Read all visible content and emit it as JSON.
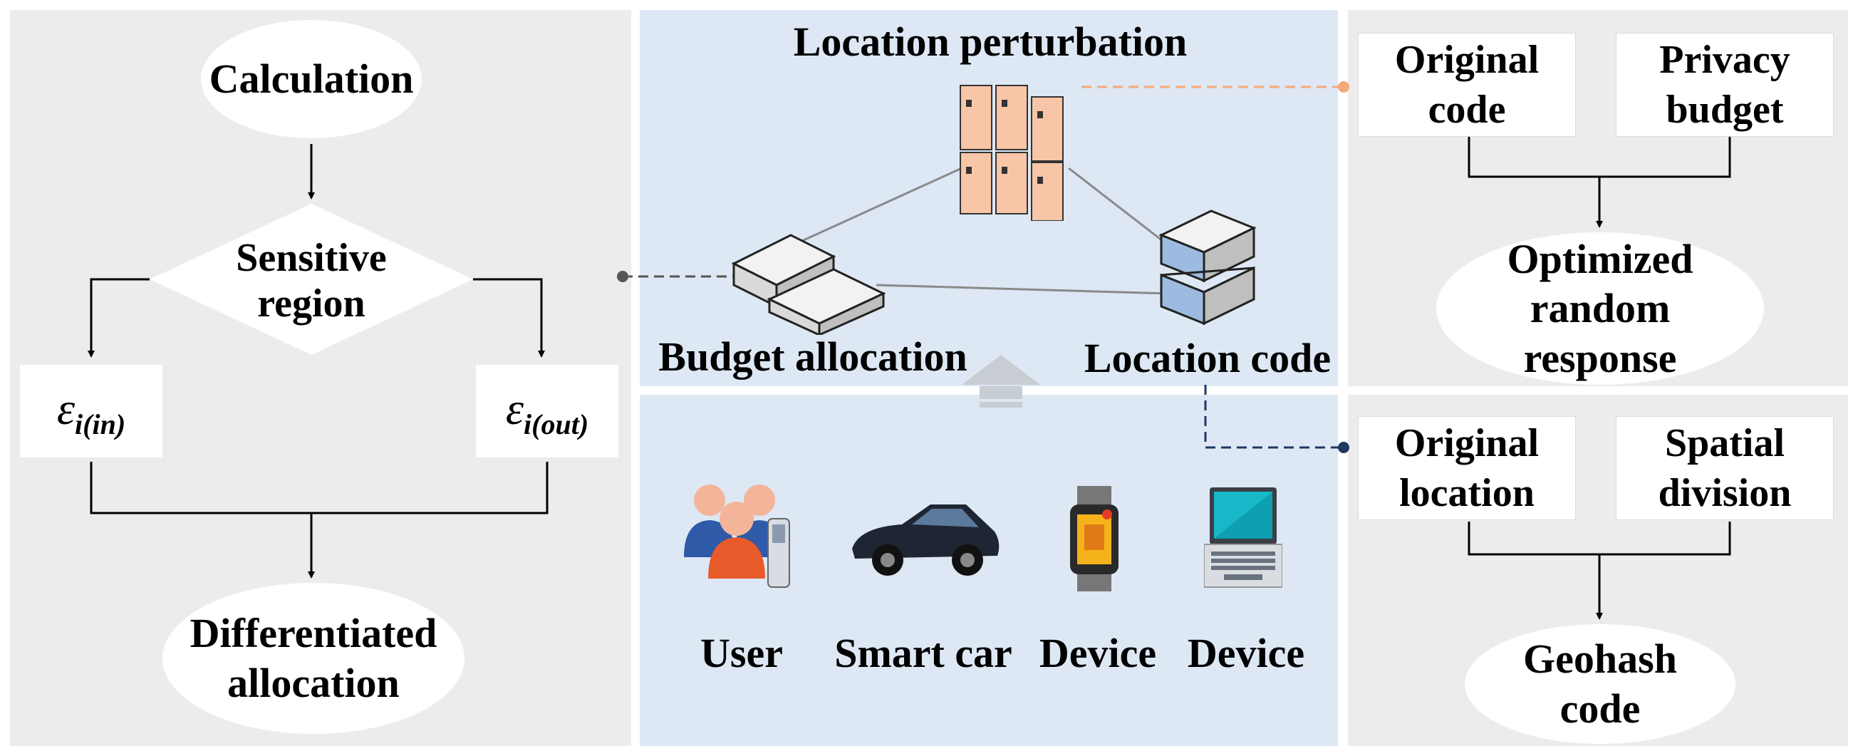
{
  "left": {
    "calculation": "Calculation",
    "sensitive_region": "Sensitive region",
    "eps_in_base": "ε",
    "eps_in_sub": "i(in)",
    "eps_out_base": "ε",
    "eps_out_sub": "i(out)",
    "differentiated_allocation": "Differentiated allocation"
  },
  "center": {
    "location_perturbation": "Location perturbation",
    "budget_allocation": "Budget allocation",
    "location_code": "Location code",
    "devices": [
      {
        "label": "User",
        "icon": "users-icon"
      },
      {
        "label": "Smart car",
        "icon": "car-icon"
      },
      {
        "label": "Device",
        "icon": "smartwatch-icon"
      },
      {
        "label": "Device",
        "icon": "laptop-icon"
      }
    ]
  },
  "right_top": {
    "original_code": "Original code",
    "privacy_budget": "Privacy budget",
    "optimized_random_response": "Optimized random response"
  },
  "right_bottom": {
    "original_location": "Original location",
    "spatial_division": "Spatial division",
    "geohash_code": "Geohash code"
  },
  "colors": {
    "panel_gray": "#ececec",
    "panel_blue": "#dde8f4",
    "server_orange": "#f8c6a6",
    "perturbation_link": "#f4a97a",
    "code_link": "#1f3864"
  }
}
